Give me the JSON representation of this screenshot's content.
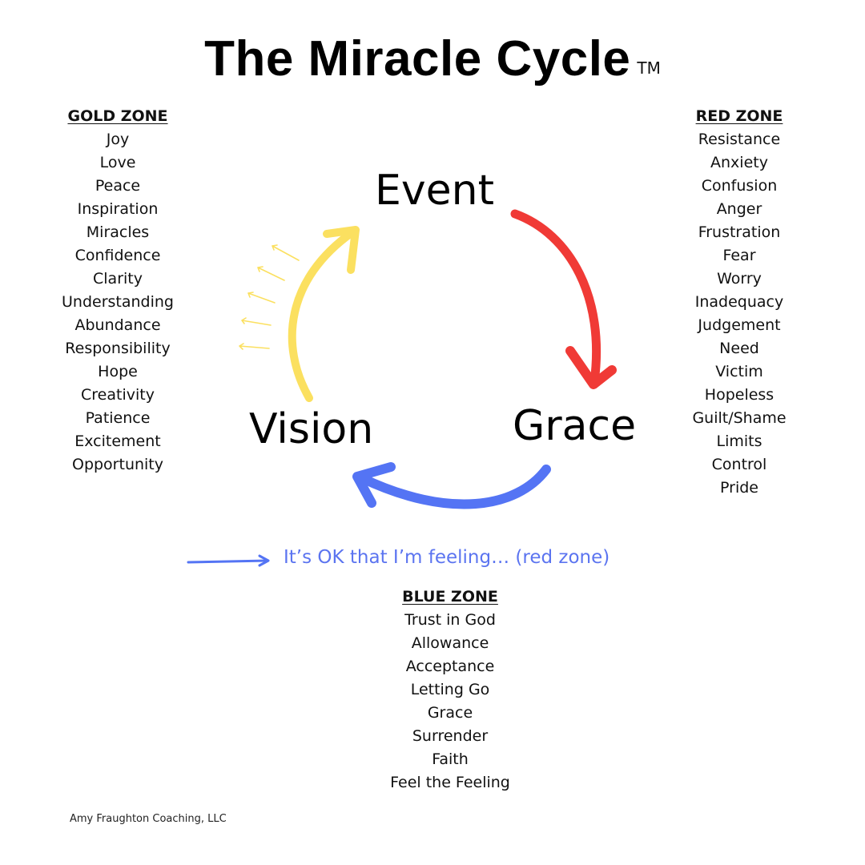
{
  "title": {
    "main": "The Miracle Cycle",
    "mark": "TM"
  },
  "stages": {
    "event": "Event",
    "grace": "Grace",
    "vision": "Vision"
  },
  "colors": {
    "red_arrow": "#f03a36",
    "blue_arrow": "#5474f4",
    "gold_arrow": "#fbe060",
    "note_text": "#5b74f0"
  },
  "gold_zone": {
    "heading": "GOLD ZONE",
    "items": [
      "Joy",
      "Love",
      "Peace",
      "Inspiration",
      "Miracles",
      "Confidence",
      "Clarity",
      "Understanding",
      "Abundance",
      "Responsibility",
      "Hope",
      "Creativity",
      "Patience",
      "Excitement",
      "Opportunity"
    ]
  },
  "red_zone": {
    "heading": "RED ZONE",
    "items": [
      "Resistance",
      "Anxiety",
      "Confusion",
      "Anger",
      "Frustration",
      "Fear",
      "Worry",
      "Inadequacy",
      "Judgement",
      "Need",
      "Victim",
      "Hopeless",
      "Guilt/Shame",
      "Limits",
      "Control",
      "Pride"
    ]
  },
  "blue_zone": {
    "heading": "BLUE ZONE",
    "items": [
      "Trust in God",
      "Allowance",
      "Acceptance",
      "Letting Go",
      "Grace",
      "Surrender",
      "Faith",
      "Feel the Feeling"
    ]
  },
  "note": "It’s OK that I’m feeling… (red zone)",
  "credit": "Amy Fraughton Coaching, LLC"
}
